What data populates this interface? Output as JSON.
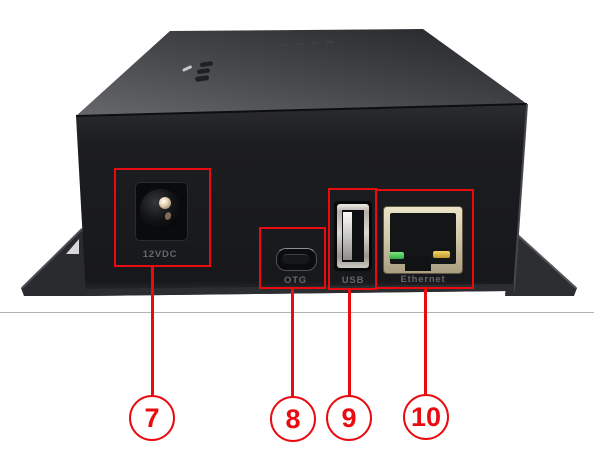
{
  "figure": {
    "description": "Rear/front panel photo of a black metal device enclosure with numbered red callouts identifying the ports",
    "background": "#ffffff"
  },
  "ports": {
    "dc": {
      "label": "12VDC",
      "type": "dc-power-barrel-jack"
    },
    "otg": {
      "label": "OTG",
      "type": "usb-c-port"
    },
    "usb": {
      "label": "USB",
      "type": "usb-a-port"
    },
    "ethernet": {
      "label": "Ethernet",
      "type": "rj45-port"
    }
  },
  "callouts": {
    "dc": {
      "number": "7"
    },
    "otg": {
      "number": "8"
    },
    "usb": {
      "number": "9"
    },
    "ethernet": {
      "number": "10"
    }
  },
  "colors": {
    "annotation_red": "#e80c11",
    "led_green": "#45c95a",
    "led_amber": "#d2ae3c",
    "port_label_gray": "#64666b",
    "enclosure_dark": "#17181c",
    "divider_line": "#b3b3b3"
  }
}
